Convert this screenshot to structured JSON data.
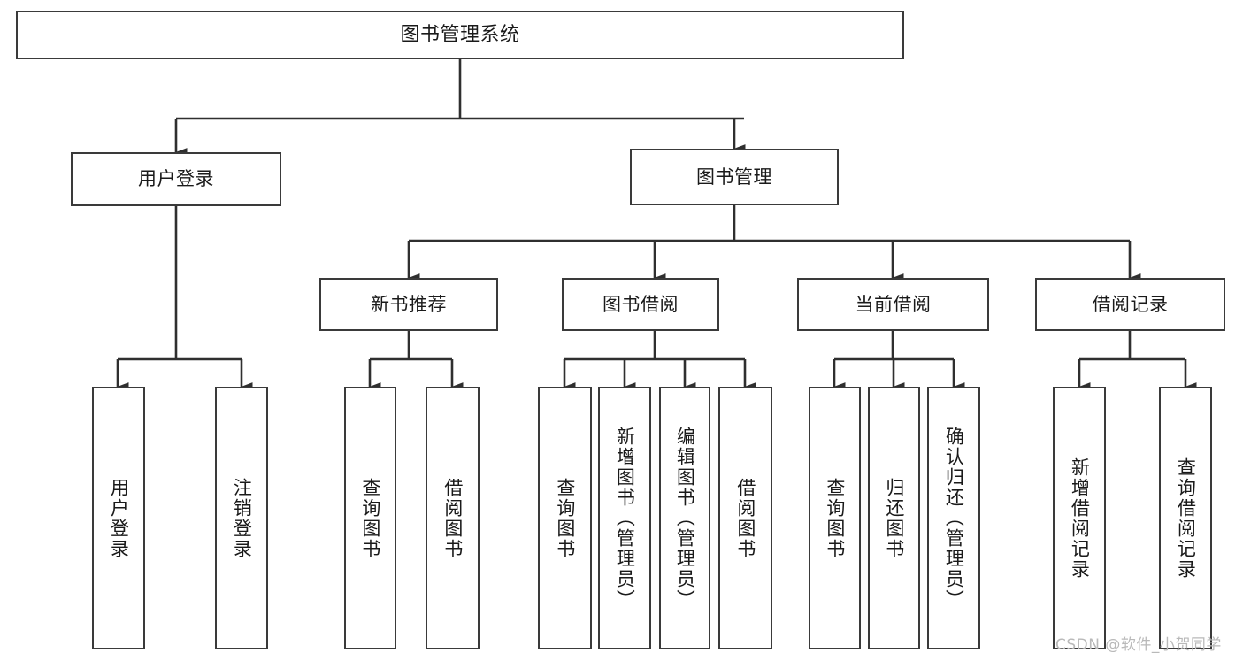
{
  "diagram": {
    "title": "图书管理系统",
    "orientation": "top-down-tree",
    "levels": 4,
    "nodes": {
      "root": {
        "label": "图书管理系统"
      },
      "l2": [
        {
          "label": "用户登录"
        },
        {
          "label": "图书管理"
        }
      ],
      "l3": [
        {
          "label": "新书推荐"
        },
        {
          "label": "图书借阅"
        },
        {
          "label": "当前借阅"
        },
        {
          "label": "借阅记录"
        }
      ],
      "leaves_login": [
        {
          "label": "用户登录"
        },
        {
          "label": "注销登录"
        }
      ],
      "leaves_newbook": [
        {
          "label": "查询图书"
        },
        {
          "label": "借阅图书"
        }
      ],
      "leaves_borrow": [
        {
          "label": "查询图书"
        },
        {
          "label": "新增图书（管理员）"
        },
        {
          "label": "编辑图书（管理员）"
        },
        {
          "label": "借阅图书"
        }
      ],
      "leaves_current": [
        {
          "label": "查询图书"
        },
        {
          "label": "归还图书"
        },
        {
          "label": "确认归还（管理员）"
        }
      ],
      "leaves_records": [
        {
          "label": "新增借阅记录"
        },
        {
          "label": "查询借阅记录"
        }
      ]
    }
  },
  "watermark": {
    "text": "CSDN @软件_小贺同学"
  },
  "colors": {
    "box_border": "#3a3a3a",
    "line": "#2f2f2f",
    "text": "#1a1a1a",
    "background": "#ffffff",
    "watermark": "#b9b9b9"
  }
}
